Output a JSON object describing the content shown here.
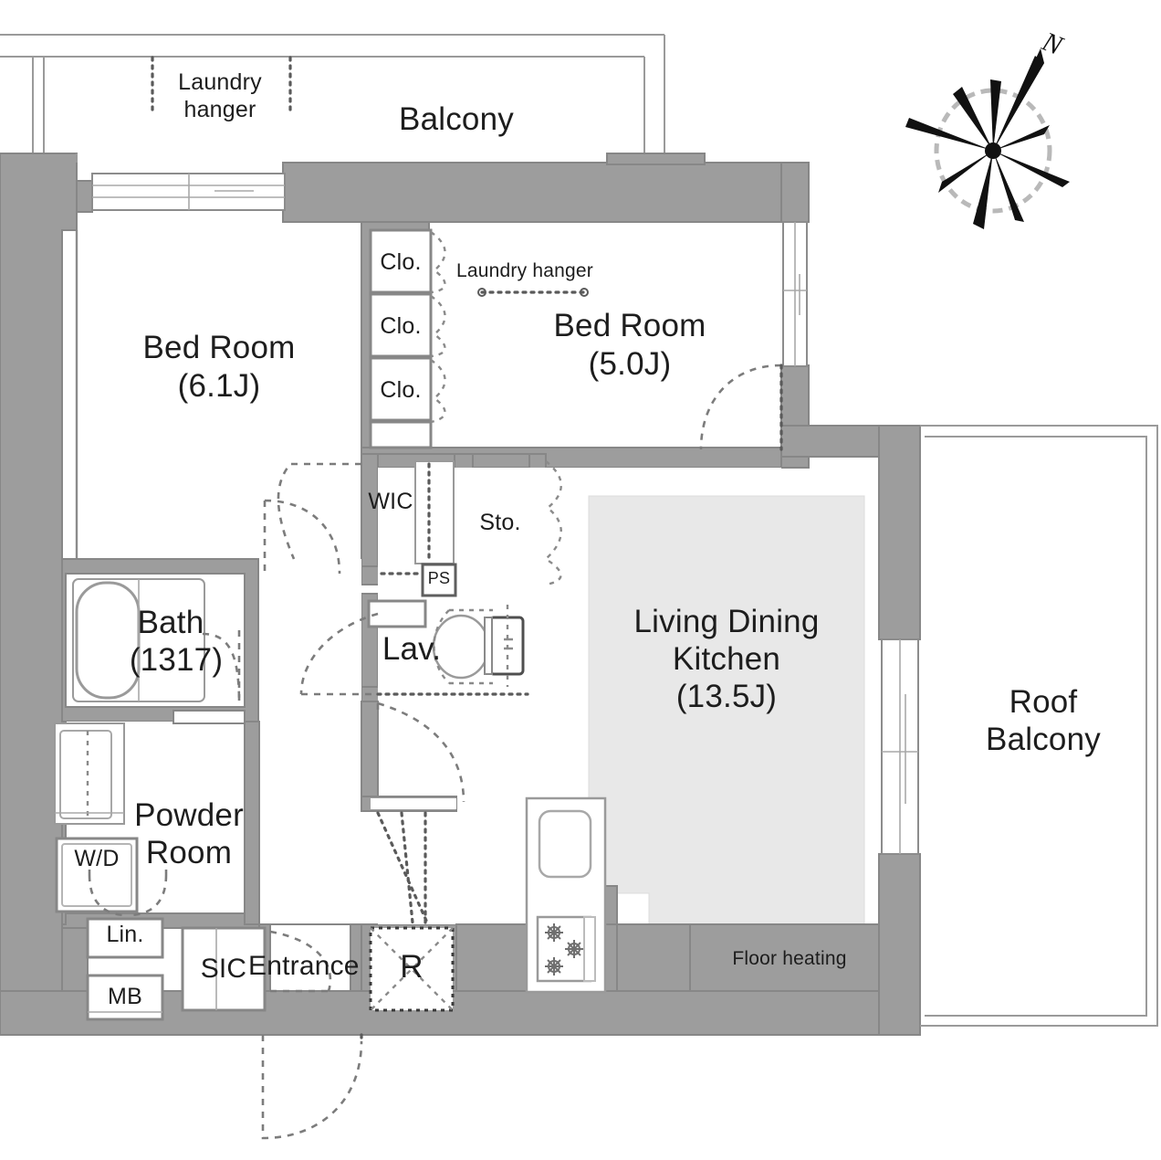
{
  "plan": {
    "title": "Apartment Floor Plan",
    "compass": {
      "north_label": "N",
      "name": "compass-rose"
    },
    "colors": {
      "wall_fill": "#9d9d9d",
      "wall_stroke": "#8a8a8a",
      "thin_line": "#8c8c8c",
      "dashed_line": "#7a7a7a",
      "floor_heating_fill": "#e8e8e8",
      "text": "#1d1d1d",
      "background": "#ffffff"
    },
    "rooms": [
      {
        "key": "balcony",
        "name": "Balcony",
        "area": ""
      },
      {
        "key": "bedroom_61",
        "name": "Bed Room",
        "area": "(6.1J)"
      },
      {
        "key": "bedroom_50",
        "name": "Bed Room",
        "area": "(5.0J)"
      },
      {
        "key": "ldk",
        "name": "Living Dining\nKitchen",
        "area": "(13.5J)"
      },
      {
        "key": "roof_balcony",
        "name": "Roof\nBalcony",
        "area": ""
      },
      {
        "key": "bath",
        "name": "Bath",
        "area": "(1317)"
      },
      {
        "key": "powder_room",
        "name": "Powder\nRoom",
        "area": ""
      },
      {
        "key": "lavatory",
        "name": "Lav.",
        "area": ""
      },
      {
        "key": "entrance",
        "name": "Entrance",
        "area": ""
      }
    ],
    "storage_labels": [
      {
        "key": "clo1",
        "name": "Clo."
      },
      {
        "key": "clo2",
        "name": "Clo."
      },
      {
        "key": "clo3",
        "name": "Clo."
      },
      {
        "key": "wic",
        "name": "WIC"
      },
      {
        "key": "sto",
        "name": "Sto."
      },
      {
        "key": "ps",
        "name": "PS"
      },
      {
        "key": "sic",
        "name": "SIC"
      },
      {
        "key": "lin",
        "name": "Lin."
      },
      {
        "key": "mb",
        "name": "MB"
      },
      {
        "key": "wd",
        "name": "W/D"
      },
      {
        "key": "fridge",
        "name": "R"
      }
    ],
    "annotations": [
      {
        "key": "laundry_hanger_balcony",
        "name": "Laundry\nhanger"
      },
      {
        "key": "laundry_hanger_bedroom",
        "name": "Laundry hanger"
      },
      {
        "key": "floor_heating",
        "name": "Floor heating"
      }
    ]
  }
}
